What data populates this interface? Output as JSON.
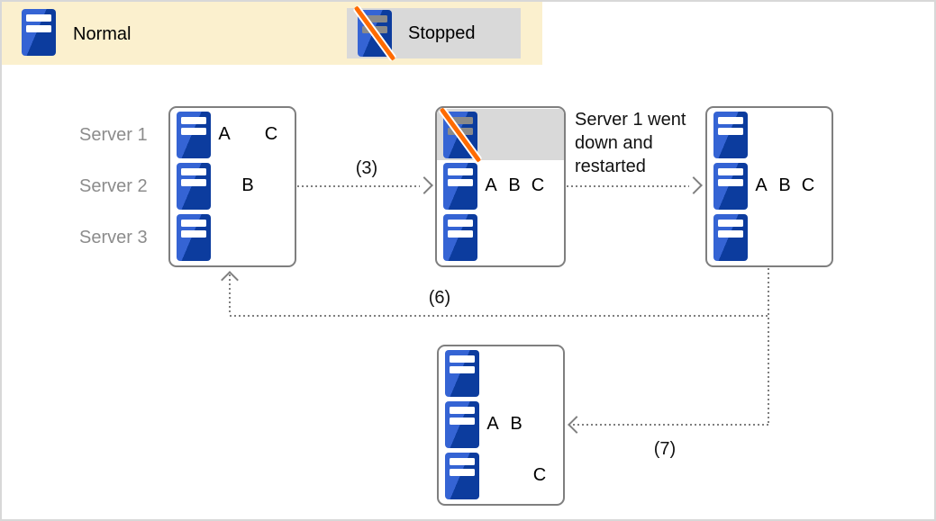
{
  "legend": {
    "normal": "Normal",
    "stopped": "Stopped"
  },
  "server_labels": [
    "Server 1",
    "Server 2",
    "Server 3"
  ],
  "annotation": {
    "text": "Server 1 went\ndown and\nrestarted"
  },
  "arrows": {
    "step3": "(3)",
    "step6": "(6)",
    "step7": "(7)"
  },
  "boxes": {
    "initial": {
      "rows": [
        {
          "state": "normal",
          "letters": [
            "A",
            "",
            "C"
          ]
        },
        {
          "state": "normal",
          "letters": [
            "",
            "B",
            ""
          ]
        },
        {
          "state": "normal",
          "letters": [
            "",
            "",
            ""
          ]
        }
      ]
    },
    "failover": {
      "rows": [
        {
          "state": "stopped",
          "highlight": true,
          "letters": [
            "",
            "",
            ""
          ]
        },
        {
          "state": "normal",
          "letters": [
            "A",
            "B",
            "C"
          ]
        },
        {
          "state": "normal",
          "letters": [
            "",
            "",
            ""
          ]
        }
      ]
    },
    "restarted": {
      "rows": [
        {
          "state": "normal",
          "letters": [
            "",
            "",
            ""
          ]
        },
        {
          "state": "normal",
          "letters": [
            "A",
            "B",
            "C"
          ]
        },
        {
          "state": "normal",
          "letters": [
            "",
            "",
            ""
          ]
        }
      ]
    },
    "rebalanced": {
      "rows": [
        {
          "state": "normal",
          "letters": [
            "",
            "",
            ""
          ]
        },
        {
          "state": "normal",
          "letters": [
            "A",
            "B",
            ""
          ]
        },
        {
          "state": "normal",
          "letters": [
            "",
            "",
            "C"
          ]
        }
      ]
    }
  },
  "colors": {
    "server_blue_light": "#3564d4",
    "server_blue_dark": "#0c3c9e",
    "stopped_orange": "#ff6b00",
    "legend_bg": "#fbf0ce",
    "stopped_chip_bg": "#d9d9d9",
    "line_gray": "#7f7f7f",
    "label_gray": "#8c8c8c"
  }
}
